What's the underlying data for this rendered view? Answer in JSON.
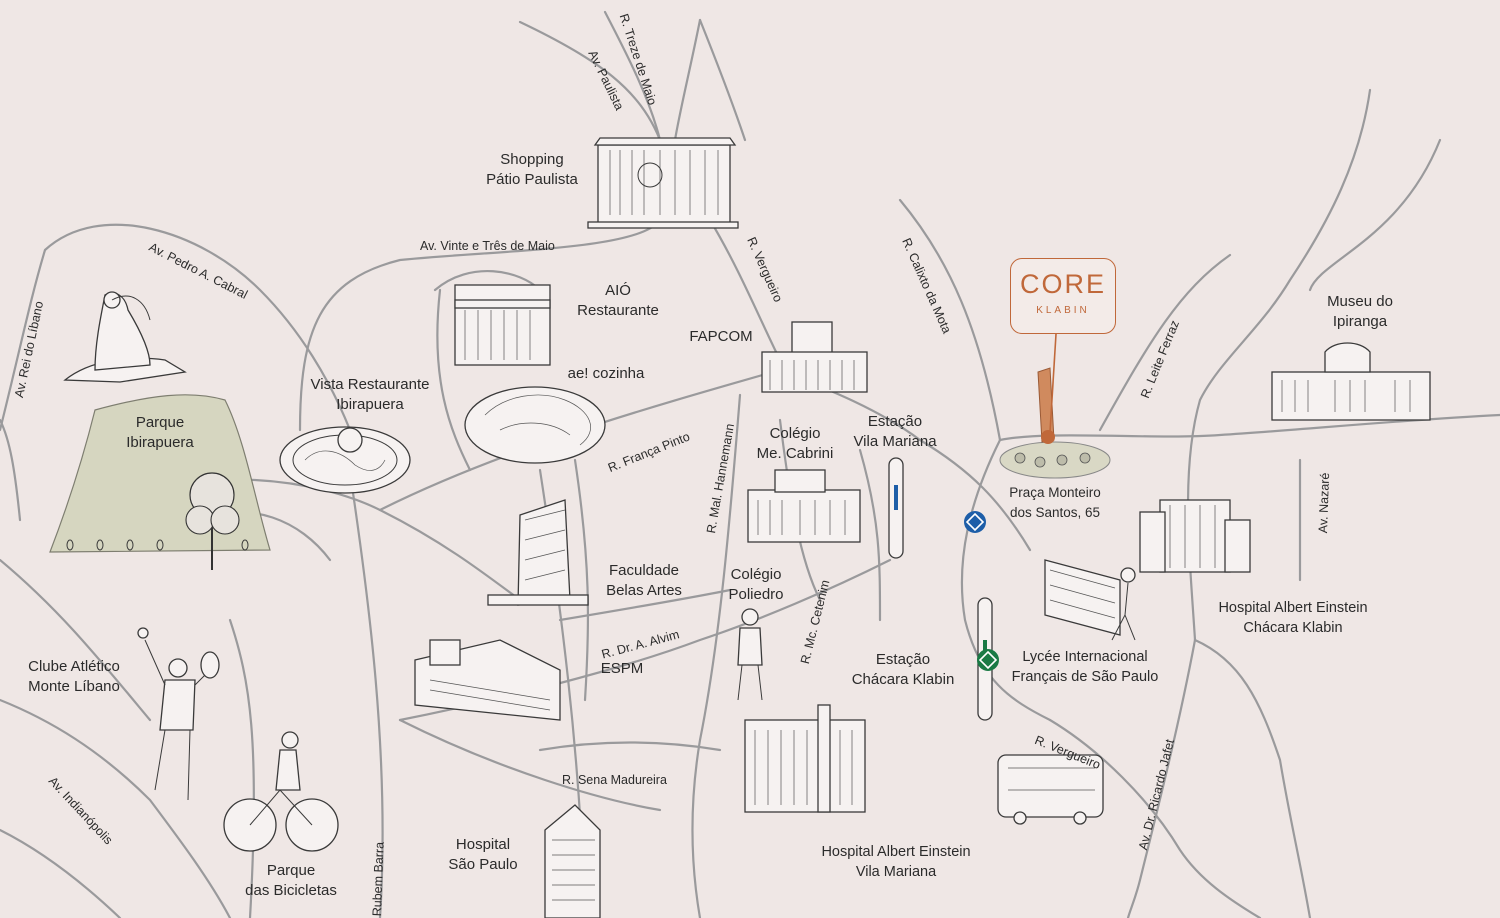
{
  "brand": {
    "title": "CORE",
    "subtitle": "KLABIN",
    "accent": "#c0683a"
  },
  "places": {
    "shopping": "Shopping\nPátio Paulista",
    "aio": "AIÓ\nRestaurante",
    "fapcom": "FAPCOM",
    "ae_cozinha": "ae! cozinha",
    "vista": "Vista Restaurante\nIbirapuera",
    "parque_ibirapuera": "Parque\nIbirapuera",
    "colegio_cabrini": "Colégio\nMe. Cabrini",
    "estacao_vila": "Estação\nVila Mariana",
    "praca": "Praça Monteiro\ndos Santos, 65",
    "museu": "Museu do\nIpiranga",
    "faculdade": "Faculdade\nBelas Artes",
    "colegio_poliedro": "Colégio\nPoliedro",
    "espm": "ESPM",
    "estacao_chacara": "Estação\nChácara Klabin",
    "lycee": "Lycée Internacional\nFrançais de São Paulo",
    "hospital_klabin": "Hospital Albert Einstein\nChácara Klabin",
    "clube": "Clube Atlético\nMonte Líbano",
    "parque_bicicletas": "Parque\ndas Bicicletas",
    "hospital_sp": "Hospital\nSão Paulo",
    "hospital_vila": "Hospital Albert Einstein\nVila Mariana"
  },
  "streets": {
    "treze_maio": "R. Treze de Maio",
    "paulista": "Av. Paulista",
    "pedro_cabral": "Av. Pedro A. Cabral",
    "vinte_tres": "Av. Vinte e Três de Maio",
    "vergueiro": "R. Vergueiro",
    "calixto": "R. Calixto da Mota",
    "leite_ferraz": "R. Leite Ferraz",
    "rei_libano": "Av. Rei do Líbano",
    "franca_pinto": "R. França Pinto",
    "hannemann": "R. Mal. Hannemann",
    "nazare": "Av. Nazaré",
    "alvim": "R. Dr. A. Alvim",
    "cetenim": "R. Mc. Cetenim",
    "vergueiro2": "R. Vergueiro",
    "sena": "R. Sena Madureira",
    "indianopolis": "Av. Indianópolis",
    "rubem_barra": "Rubem Barra",
    "ricardo_jafet": "Av. Dr. Ricardo Jafet"
  },
  "colors": {
    "park": "#d6d6c0",
    "metro_blue": "#1d5ea8",
    "metro_green": "#1a7a45",
    "road": "#9a9a9c"
  }
}
